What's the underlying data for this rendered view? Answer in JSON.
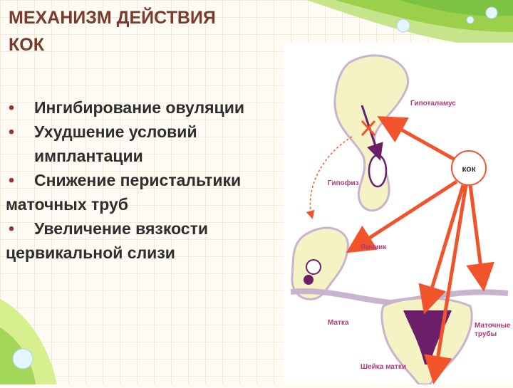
{
  "slide": {
    "title_line1": "МЕХАНИЗМ ДЕЙСТВИЯ",
    "title_line2": "КОК",
    "bullets": [
      {
        "marker": "•",
        "text": "Ингибирование овуляции"
      },
      {
        "marker": "•",
        "text": "Ухудшение условий",
        "cont": "имплантации"
      },
      {
        "marker": "•",
        "text": "Снижение перистальтики",
        "cont": "маточных труб"
      },
      {
        "marker": "•",
        "text": "Увеличение вязкости",
        "cont": "цервикальной слизи"
      }
    ]
  },
  "diagram": {
    "center_label": "кок",
    "organs": {
      "hypothalamus": "Гипоталамус",
      "pituitary": "Гипофиз",
      "ovary": "Яичник",
      "uterus": "Матка",
      "tubes_l1": "Маточные",
      "tubes_l2": "трубы",
      "cervix": "Шейка матки"
    },
    "colors": {
      "title": "#7a3b2c",
      "arrow": "#f1542b",
      "purple": "#6b1f6b",
      "organ_fill": "#f5f2c4",
      "organ_stroke": "#c8b4cf",
      "green_accent": "#7dc241"
    }
  }
}
